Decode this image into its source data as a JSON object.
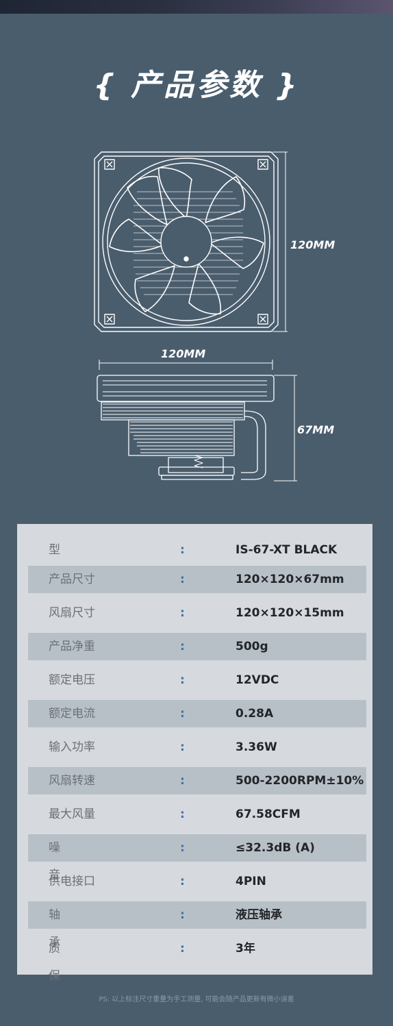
{
  "title": "{ 产品参数 }",
  "dimensions": {
    "fan_height": "120MM",
    "width": "120MM",
    "cooler_height": "67MM"
  },
  "specs": [
    {
      "label": "型号",
      "value": "IS-67-XT BLACK"
    },
    {
      "label": "产品尺寸",
      "value": "120×120×67mm"
    },
    {
      "label": "风扇尺寸",
      "value": "120×120×15mm"
    },
    {
      "label": "产品净重",
      "value": "500g"
    },
    {
      "label": "额定电压",
      "value": "12VDC"
    },
    {
      "label": "额定电流",
      "value": "0.28A"
    },
    {
      "label": "输入功率",
      "value": "3.36W"
    },
    {
      "label": "风扇转速",
      "value": "500-2200RPM±10%"
    },
    {
      "label": "最大风量",
      "value": "67.58CFM"
    },
    {
      "label": "噪音",
      "value": "≤32.3dB (A)"
    },
    {
      "label": "供电接口",
      "value": "4PIN"
    },
    {
      "label": "轴承",
      "value": "液压轴承"
    },
    {
      "label": "质保",
      "value": "3年"
    }
  ],
  "colon": ":",
  "footnote": "PS: 以上标注尺寸重量为手工测量, 可能会随产品更新有微小误差",
  "colors": {
    "background": "#4a5d6d",
    "panel": "#d6dade",
    "row_shade": "#b8c0c7",
    "colon": "#3d6fb0"
  }
}
